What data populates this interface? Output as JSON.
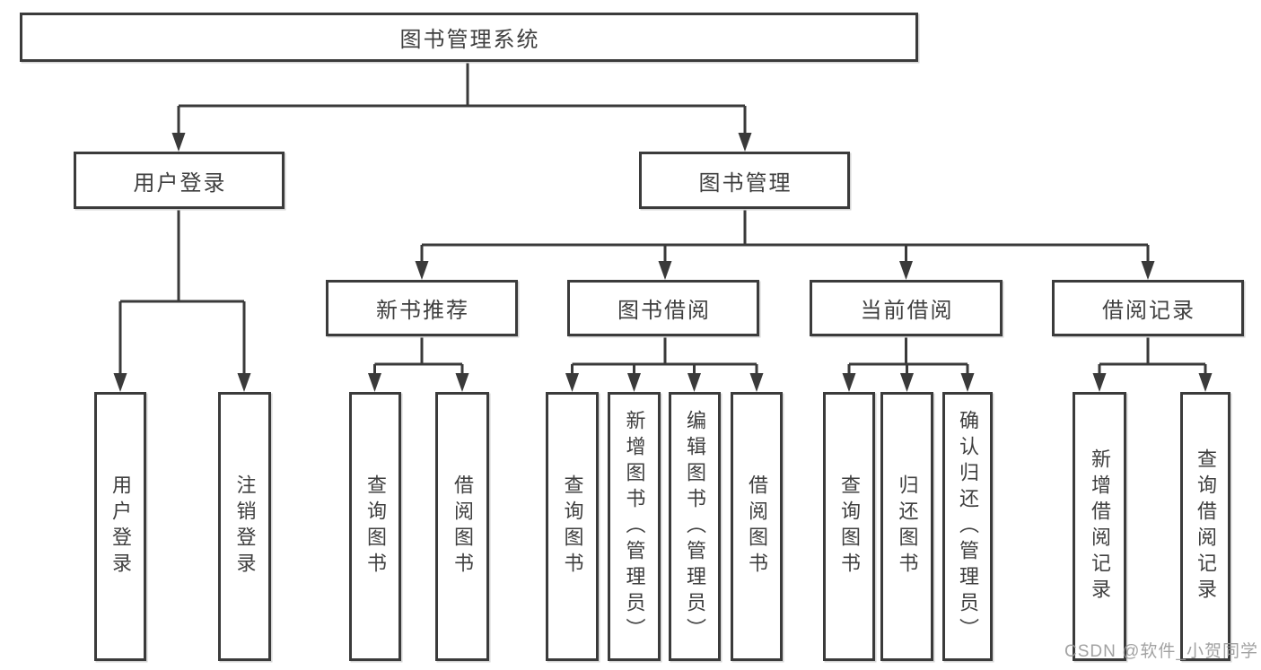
{
  "tree": {
    "root": "图书管理系统",
    "user_login": {
      "label": "用户登录",
      "children": {
        "login": "用户登录",
        "logout": "注销登录"
      }
    },
    "book_mgmt": {
      "label": "图书管理",
      "new_book": {
        "label": "新书推荐",
        "children": {
          "query": "查询图书",
          "borrow": "借阅图书"
        }
      },
      "borrow": {
        "label": "图书借阅",
        "children": {
          "query": "查询图书",
          "add": "新增图书（管理员）",
          "edit": "编辑图书（管理员）",
          "borrow": "借阅图书"
        }
      },
      "current": {
        "label": "当前借阅",
        "children": {
          "query": "查询图书",
          "return": "归还图书",
          "confirm": "确认归还（管理员）"
        }
      },
      "records": {
        "label": "借阅记录",
        "children": {
          "add": "新增借阅记录",
          "query": "查询借阅记录"
        }
      }
    }
  },
  "colors": {
    "line": "#3a3a3a",
    "text": "#3f3f3f",
    "watermark": "#989898"
  },
  "watermark": "CSDN @软件_小贺同学"
}
